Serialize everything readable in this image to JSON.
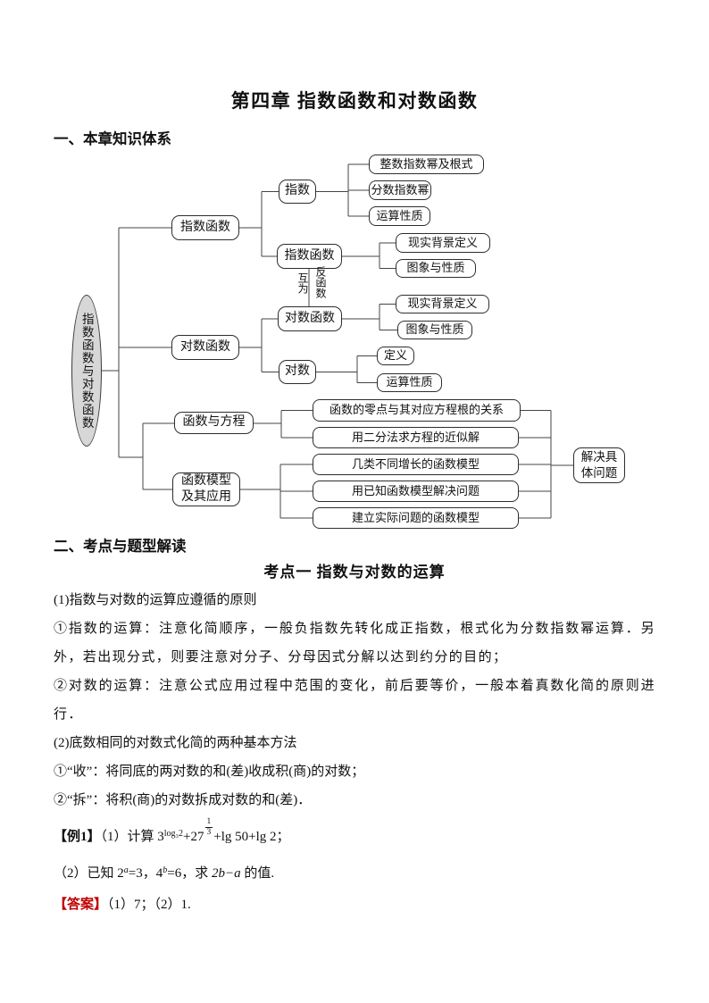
{
  "page": {
    "title": "第四章 指数函数和对数函数",
    "section1_heading": "一、本章知识体系",
    "section2_heading": "二、考点与题型解读",
    "topic_heading": "考点一 指数与对数的运算"
  },
  "colors": {
    "answer_red": "#c00000",
    "oval_fill": "#d7d7d7",
    "line_color": "#454545"
  },
  "diagram": {
    "root": "指数函数与对数函数",
    "inverse_left": "互为",
    "inverse_right": "反函数",
    "nodes": {
      "exp_func_l1": "指数函数",
      "log_func_l1": "对数函数",
      "func_eq": "函数与方程",
      "func_model": "函数模型\n及其应用",
      "exp": "指数",
      "exp_func_l2": "指数函数",
      "log_func_l2": "对数函数",
      "log": "对数",
      "int_power": "整数指数幂及根式",
      "frac_power": "分数指数幂",
      "op_props1": "运算性质",
      "bg_def1": "现实背景定义",
      "graph_props1": "图象与性质",
      "bg_def2": "现实背景定义",
      "graph_props2": "图象与性质",
      "log_def": "定义",
      "op_props2": "运算性质",
      "zero_point": "函数的零点与其对应方程根的关系",
      "bisection": "用二分法求方程的近似解",
      "growth": "几类不同增长的函数模型",
      "known": "用已知函数模型解决问题",
      "build": "建立实际问题的函数模型",
      "solve": "解决具\n体问题"
    }
  },
  "content": {
    "p1": "(1)指数与对数的运算应遵循的原则",
    "p2": "①指数的运算：注意化简顺序，一般负指数先转化成正指数，根式化为分数指数幂运算．另外，若出现分式，则要注意对分子、分母因式分解以达到约分的目的；",
    "p3": "②对数的运算：注意公式应用过程中范围的变化，前后要等价，一般本着真数化简的原则进行．",
    "p4": "(2)底数相同的对数式化简的两种基本方法",
    "p5": "①“收”：将同底的两对数的和(差)收成积(商)的对数；",
    "p6": "②“拆”：将积(商)的对数拆成对数的和(差)．"
  },
  "example": {
    "label": "【例1】",
    "intro": "（1）计算 ",
    "f_base1": "3",
    "f_sup1": "log₃2",
    "f_plus1": "+",
    "f_base2": "27",
    "f_frac_num": "1",
    "f_frac_den": "3",
    "f_tail": "+lg 50+lg 2；",
    "part2_intro": "（2）已知 ",
    "g_base1": "2",
    "g_sup1": "a",
    "g_mid1": "=3，",
    "g_base2": "4",
    "g_sup2": "b",
    "g_mid2": "=6，求 ",
    "g_expr": "2b−a",
    "g_tail": " 的值."
  },
  "answer": {
    "label": "【答案】",
    "text": "（1）7；（2）1."
  }
}
